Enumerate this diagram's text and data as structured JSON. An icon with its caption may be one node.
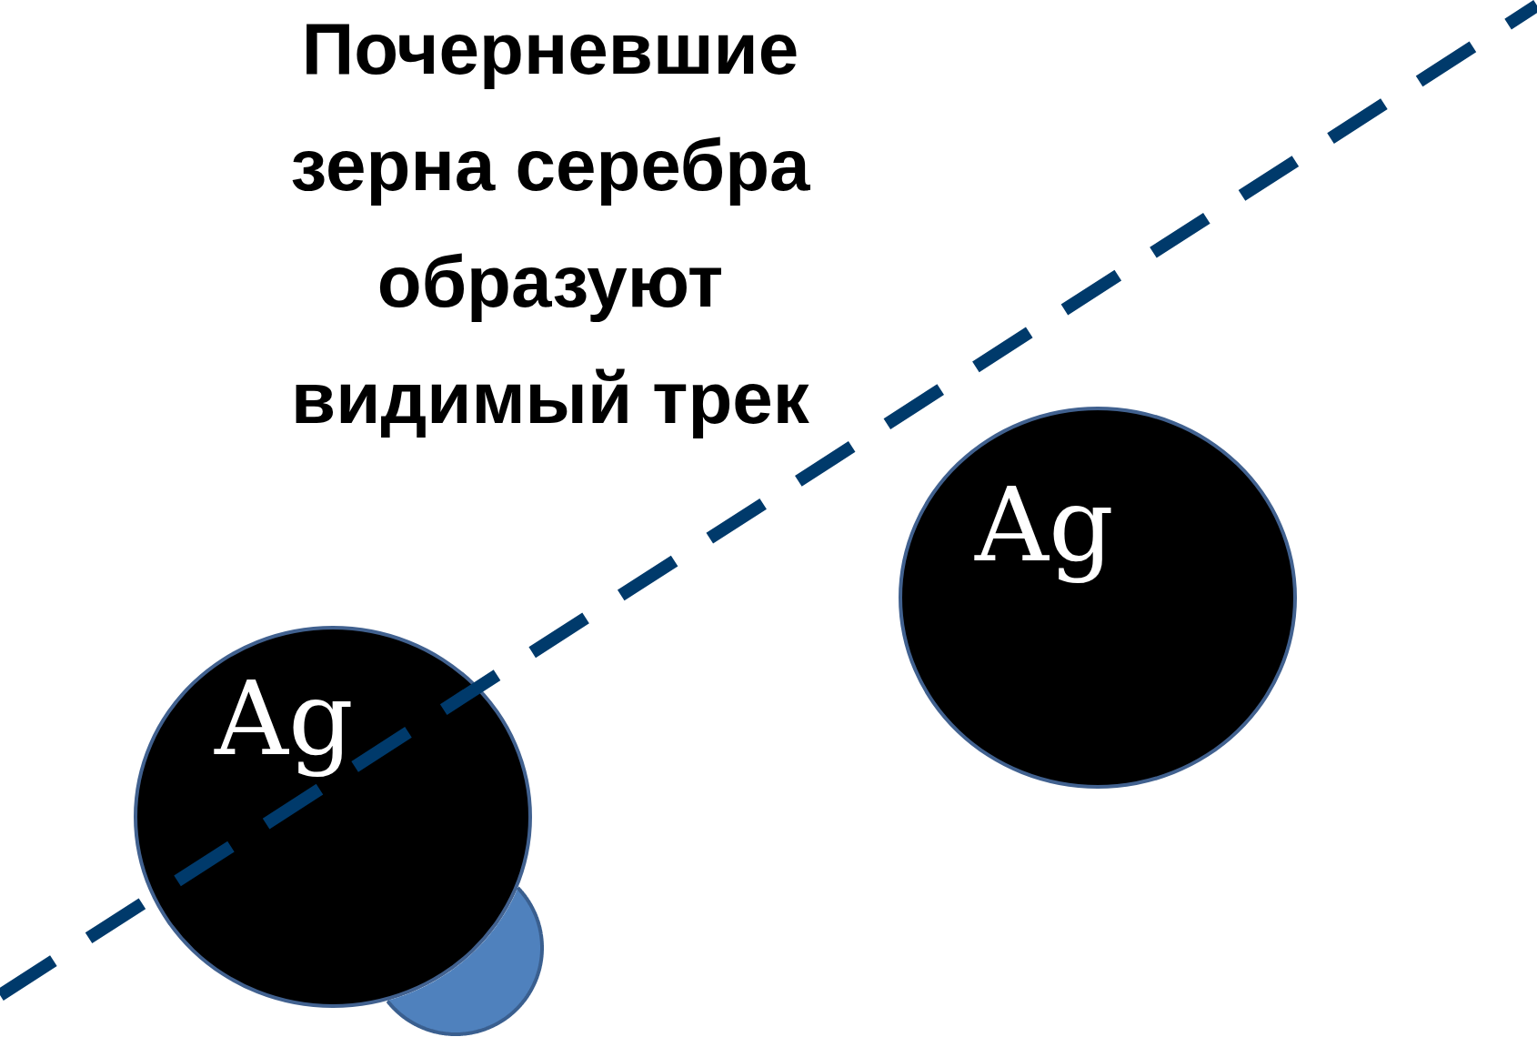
{
  "diagram": {
    "title": "Почерневшие зерна серебра образуют видимый трек",
    "nodes": [
      {
        "text": [
          "Ag"
        ]
      },
      {
        "text": [
          "Ag"
        ]
      },
      {
        "text": [],
        "shape": "circle"
      }
    ]
  }
}
